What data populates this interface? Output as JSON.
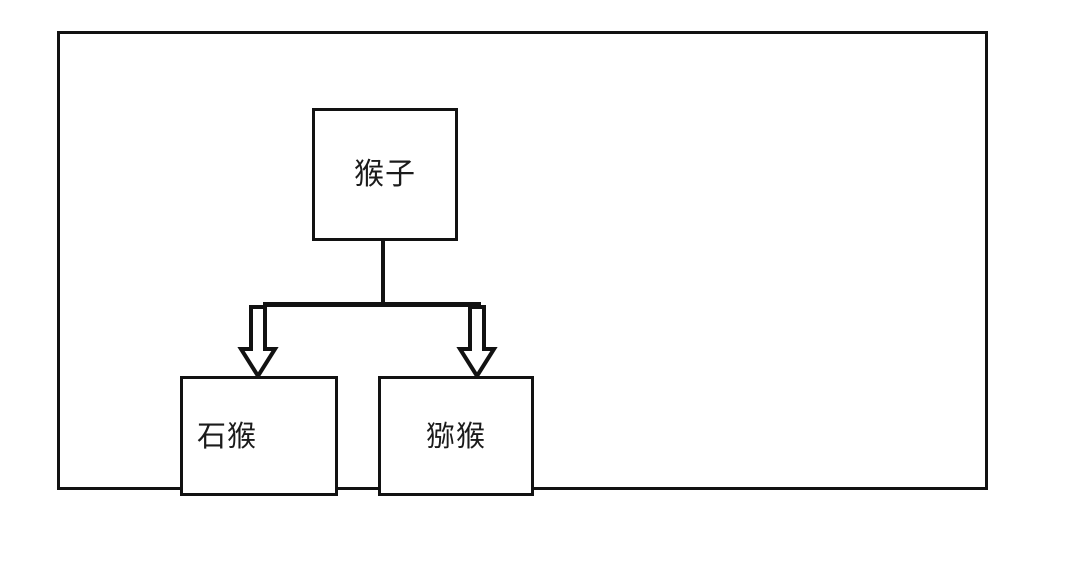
{
  "diagram": {
    "title": "",
    "colors": {
      "stroke": "#121212",
      "fill": "#ffffff",
      "text": "#1b1b1b",
      "background": "#ffffff"
    },
    "frame": {
      "name": "outer-frame"
    },
    "nodes": [
      {
        "id": "root",
        "label": "猴子",
        "role": "parent-category"
      },
      {
        "id": "left-child",
        "label": "石猴",
        "role": "child-category"
      },
      {
        "id": "right-child",
        "label": "猕猴",
        "role": "child-category"
      }
    ],
    "edges": [
      {
        "id": "edge-root-left",
        "from": "root",
        "to": "left-child",
        "style": "block-arrow",
        "direction": "down"
      },
      {
        "id": "edge-root-right",
        "from": "root",
        "to": "right-child",
        "style": "block-arrow",
        "direction": "down"
      }
    ]
  }
}
